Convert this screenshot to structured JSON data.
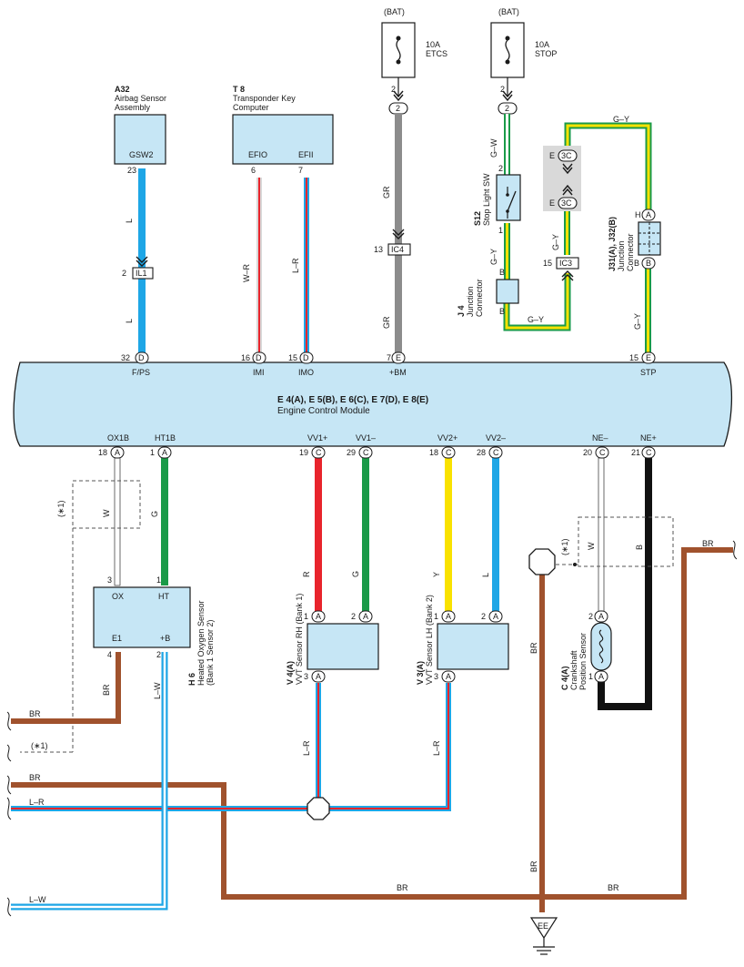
{
  "diagram": {
    "ecu": {
      "title": "E 4(A), E 5(B), E 6(C), E 7(D), E 8(E)",
      "name": "Engine Control Module"
    },
    "power": {
      "bat": "(BAT)",
      "etcs_amp": "10A",
      "etcs_name": "ETCS",
      "stop_amp": "10A",
      "stop_name": "STOP"
    },
    "components": {
      "a32": {
        "code": "A32",
        "name1": "Airbag Sensor",
        "name2": "Assembly",
        "terminal": "GSW2",
        "pin": "23"
      },
      "t8": {
        "code": "T 8",
        "name1": "Transponder Key",
        "name2": "Computer",
        "term1": "EFIO",
        "term2": "EFII",
        "pin1": "6",
        "pin2": "7"
      },
      "s12": {
        "code": "S12",
        "name": "Stop Light SW"
      },
      "j4": {
        "code": "J 4",
        "name1": "Junction",
        "name2": "Connector"
      },
      "j31": {
        "code": "J31(A), J32(B)",
        "name1": "Junction",
        "name2": "Connector"
      },
      "h6": {
        "code": "H 6",
        "name1": "Heated Oxygen Sensor",
        "name2": "(Bank 1 Sensor 2)",
        "t_ox": "OX",
        "t_ht": "HT",
        "t_e1": "E1",
        "t_b": "+B"
      },
      "v4": {
        "code": "V 4(A)",
        "name": "VVT Sensor RH (Bank 1)"
      },
      "v3": {
        "code": "V 3(A)",
        "name": "VVT Sensor LH (Bank 2)"
      },
      "c4": {
        "code": "C 4(A)",
        "name1": "Crankshaft",
        "name2": "Position Sensor"
      }
    },
    "ecu_top_terms": {
      "fps": "F/PS",
      "imi": "IMI",
      "imo": "IMO",
      "bm": "+BM",
      "stp": "STP"
    },
    "ecu_top_pins": {
      "fps": "32",
      "imi": "16",
      "imo": "15",
      "bm": "7",
      "stp": "15"
    },
    "ecu_bottom_terms": {
      "ox1b": "OX1B",
      "ht1b": "HT1B",
      "vv1p": "VV1+",
      "vv1m": "VV1–",
      "vv2p": "VV2+",
      "vv2m": "VV2–",
      "nem": "NE–",
      "nep": "NE+"
    },
    "ecu_bottom_pins": {
      "ox1b": "18",
      "ht1b": "1",
      "vv1p": "19",
      "vv1m": "29",
      "vv2p": "18",
      "vv2m": "28",
      "nem": "20",
      "nep": "21"
    },
    "connectors": {
      "il1": "IL1",
      "ic4": "IC4",
      "ic3": "IC3",
      "c3c": "3C",
      "ee": "EE"
    },
    "letters": {
      "a": "A",
      "b": "B",
      "c": "C",
      "d": "D",
      "e": "E",
      "h": "H"
    },
    "pins": {
      "p1": "1",
      "p2": "2",
      "p3": "3",
      "p4": "4",
      "p13": "13",
      "p15": "15",
      "p16": "16",
      "p7": "7",
      "p19": "19",
      "p29": "29",
      "p18": "18",
      "p28": "28",
      "p20": "20",
      "p21": "21"
    },
    "wire_labels": {
      "L": "L",
      "W_R": "W–R",
      "L_R": "L–R",
      "GR": "GR",
      "G_W": "G–W",
      "G_Y": "G–Y",
      "W": "W",
      "G": "G",
      "R": "R",
      "Y": "Y",
      "B": "B",
      "BR": "BR",
      "L_W": "L–W",
      "star1": "(∗1)"
    },
    "colors": {
      "blue": "#1ea6e6",
      "green": "#1a9a48",
      "red": "#e8242c",
      "yellow": "#f9e200",
      "gray": "#8c8c8c",
      "brown": "#a0522d",
      "black": "#111111",
      "ecu_fill": "#c6e6f5"
    }
  }
}
